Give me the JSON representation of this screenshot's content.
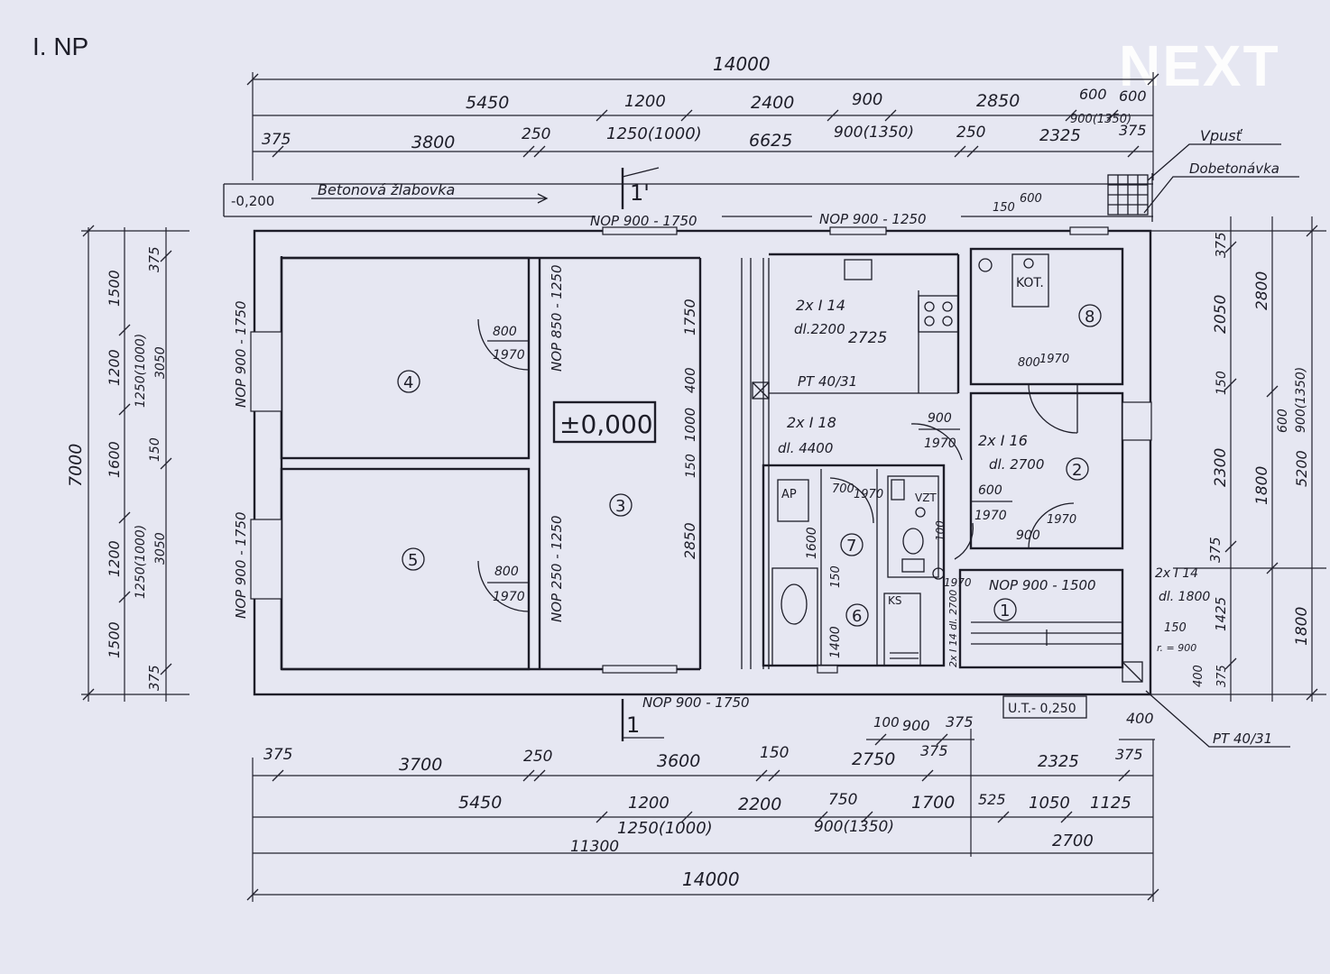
{
  "header": {
    "title": "I. NP",
    "logo": "NEXT"
  },
  "dims_top": {
    "overall": "14000",
    "row2": [
      "5450",
      "1200",
      "2400",
      "900",
      "2850",
      "600",
      "600"
    ],
    "row3": [
      "375",
      "3800",
      "250",
      "1250(1000)",
      "6625",
      "900(1350)",
      "250",
      "2325",
      "900(1350)",
      "375"
    ]
  },
  "dims_bottom": {
    "row1": [
      "100",
      "900",
      "375",
      "400"
    ],
    "row2": [
      "375",
      "3700",
      "250",
      "3600",
      "150",
      "2750",
      "375",
      "2325",
      "375"
    ],
    "row3": [
      "5450",
      "1200",
      "2200",
      "750",
      "1700",
      "525",
      "1050",
      "1125"
    ],
    "row4": [
      "11300",
      "1250(1000)",
      "900(1350)",
      "2700"
    ],
    "overall": "14000"
  },
  "dims_left": {
    "overall": "7000",
    "row2": [
      "1500",
      "1200",
      "1600",
      "1200",
      "1500"
    ],
    "row3": [
      "375",
      "1250(1000)",
      "150",
      "1250(1000)",
      "375"
    ],
    "row4": [
      "3050",
      "3050"
    ]
  },
  "dims_right": {
    "row1": [
      "375",
      "2050",
      "150",
      "2300",
      "375",
      "1425",
      "400",
      "375"
    ],
    "row2": [
      "2800",
      "1800",
      "1800"
    ],
    "row3": [
      "600",
      "900(1350)",
      "5200"
    ]
  },
  "labels": {
    "level_outside": "-0,200",
    "gutter": "Betonová žlabovka",
    "vpust": "Vpusť",
    "dobetonavka": "Dobetonávka",
    "level_main": "±0,000",
    "level_entry": "U.T.- 0,250",
    "section_top": "1'",
    "section_bottom": "1",
    "nop_top_left": "NOP 900 - 1750",
    "nop_top_right": "NOP 900 - 1250",
    "nop_left_upper": "NOP 900 - 1750",
    "nop_left_lower": "NOP 900 - 1750",
    "nop_bottom": "NOP 900 - 1750",
    "nop_room3_upper": "NOP 850 - 1250",
    "nop_room3_lower": "NOP 250 - 1250",
    "nop_room1": "NOP 900 - 1500",
    "kot": "KOT.",
    "ap": "AP",
    "vzt": "VZT",
    "ks": "KS",
    "pt_upper": "PT 40/31",
    "pt_lower": "PT 40/31",
    "lintel_1a": "2x I 14",
    "lintel_1b": "dl.2200",
    "lintel_1c": "2725",
    "lintel_2a": "2x I 18",
    "lintel_2b": "dl. 4400",
    "lintel_3a": "2x I 16",
    "lintel_3b": "dl. 2700",
    "lintel_4a": "2x I 14",
    "lintel_4b": "dl. 1800",
    "stair_a": "150",
    "stair_b": "r. = 900",
    "d_800_a": "800",
    "d_1970_a": "1970",
    "d_800_b": "800",
    "d_1970_b": "1970",
    "d_800_c": "800",
    "d_1970_c": "1970",
    "d_900_a": "900",
    "d_1970_d": "1970",
    "d_700": "700",
    "d_1970_e": "1970",
    "d_600": "600",
    "d_1970_f": "1970",
    "d_900_b": "900",
    "d_1970_g": "1970",
    "d_1970_h": "1970",
    "v_1750": "1750",
    "v_400": "400",
    "v_1000": "1000",
    "v_150": "150",
    "v_2850": "2850",
    "v_1600": "1600",
    "v_150b": "150",
    "v_1400": "1400",
    "v_100": "100",
    "v_2x14": "2x I 14 dl. 2700",
    "v_150c": "150",
    "v_600": "600"
  },
  "rooms": [
    "1",
    "2",
    "3",
    "4",
    "5",
    "6",
    "7",
    "8"
  ]
}
